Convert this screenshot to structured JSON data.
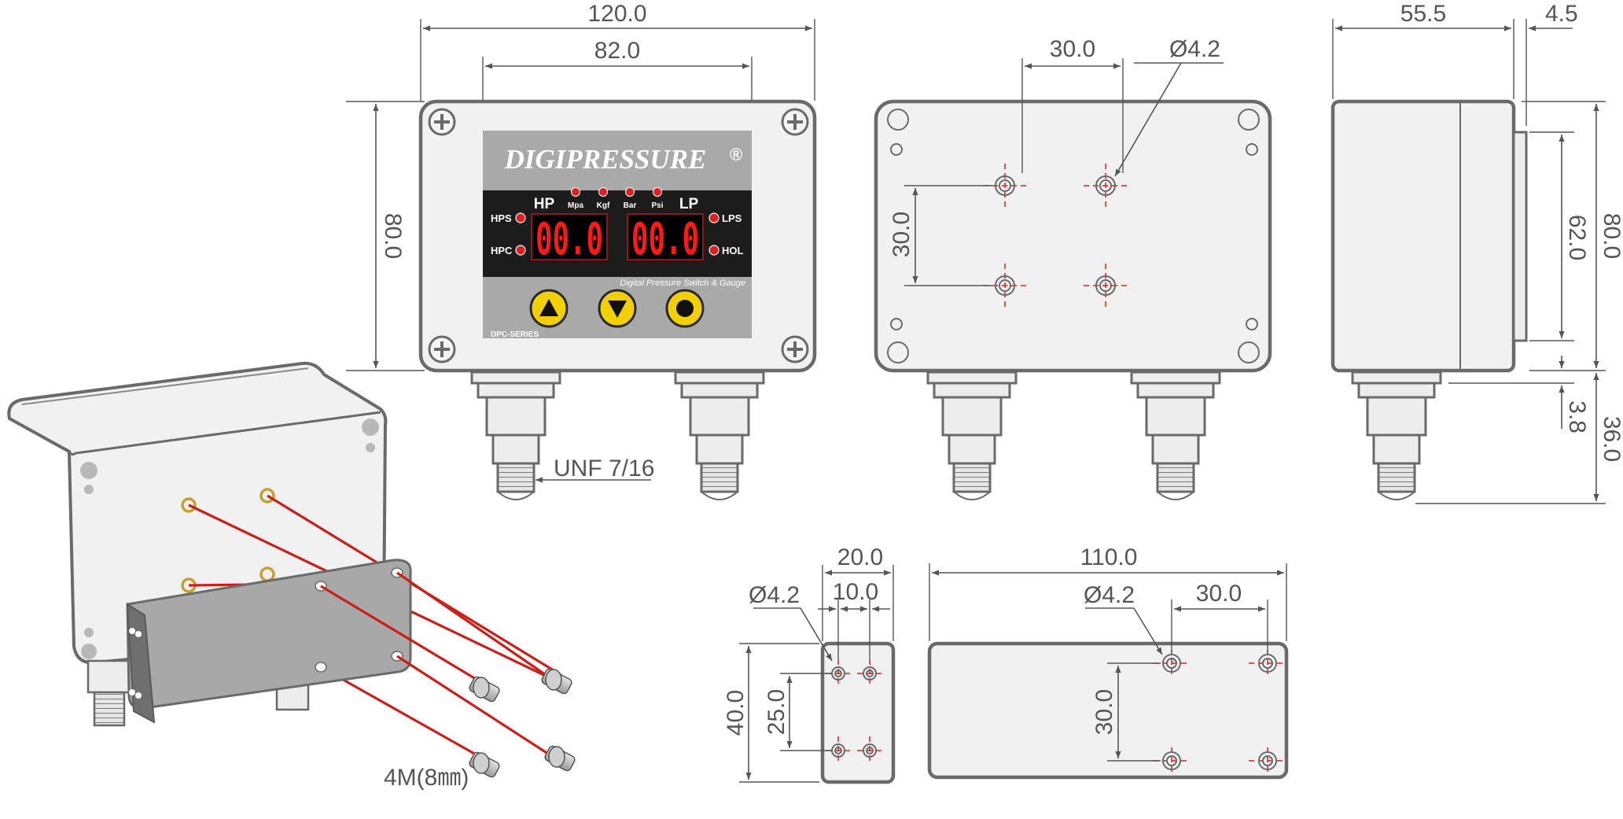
{
  "front_view": {
    "brand_name": "DIGIPRESSURE",
    "brand_mark": "®",
    "subtitle": "Digital Pressure Switch & Gauge",
    "series_label": "DPC-SERIES",
    "display_hp_label": "HP",
    "display_lp_label": "LP",
    "display_hp_value": "00.0",
    "display_lp_value": "00.0",
    "unit_leds": [
      "Mpa",
      "Kgf",
      "Bar",
      "Psi"
    ],
    "left_indicators": [
      "HPS",
      "HPC"
    ],
    "right_indicators": [
      "LPS",
      "HOL"
    ],
    "buttons": [
      "up-arrow-button",
      "down-arrow-button",
      "set-button"
    ],
    "dim_overall_width": "120.0",
    "dim_panel_width": "82.0",
    "dim_height": "80.0",
    "thread_callout": "UNF 7/16"
  },
  "back_view": {
    "dim_hole_pitch_h": "30.0",
    "dim_hole_dia": "Ø4.2",
    "dim_hole_pitch_v": "30.0"
  },
  "side_view": {
    "dim_depth": "55.5",
    "dim_lip": "4.5",
    "dim_height": "80.0",
    "dim_inner_height": "62.0",
    "dim_offset": "3.8",
    "dim_fitting": "36.0"
  },
  "bracket_side_view": {
    "dim_width": "20.0",
    "dim_hole_pitch": "10.0",
    "dim_hole_dia": "Ø4.2",
    "dim_height": "40.0",
    "dim_hole_pitch_v": "25.0"
  },
  "bracket_front_view": {
    "dim_length": "110.0",
    "dim_hole_dia": "Ø4.2",
    "dim_hole_pitch_h": "30.0",
    "dim_hole_pitch_v": "30.0"
  },
  "assembly_view": {
    "screw_label": "4M(8㎜)"
  },
  "colors": {
    "outline": "#6a6a6a",
    "dimension": "#555555",
    "panel_gray": "#a9a9a9",
    "display_black": "#1c1c1c",
    "led_red": "#ff1a1a",
    "button_yellow": "#f2d000",
    "centerline_red": "#d9221c",
    "bracket_gray": "#a8a8a8"
  }
}
